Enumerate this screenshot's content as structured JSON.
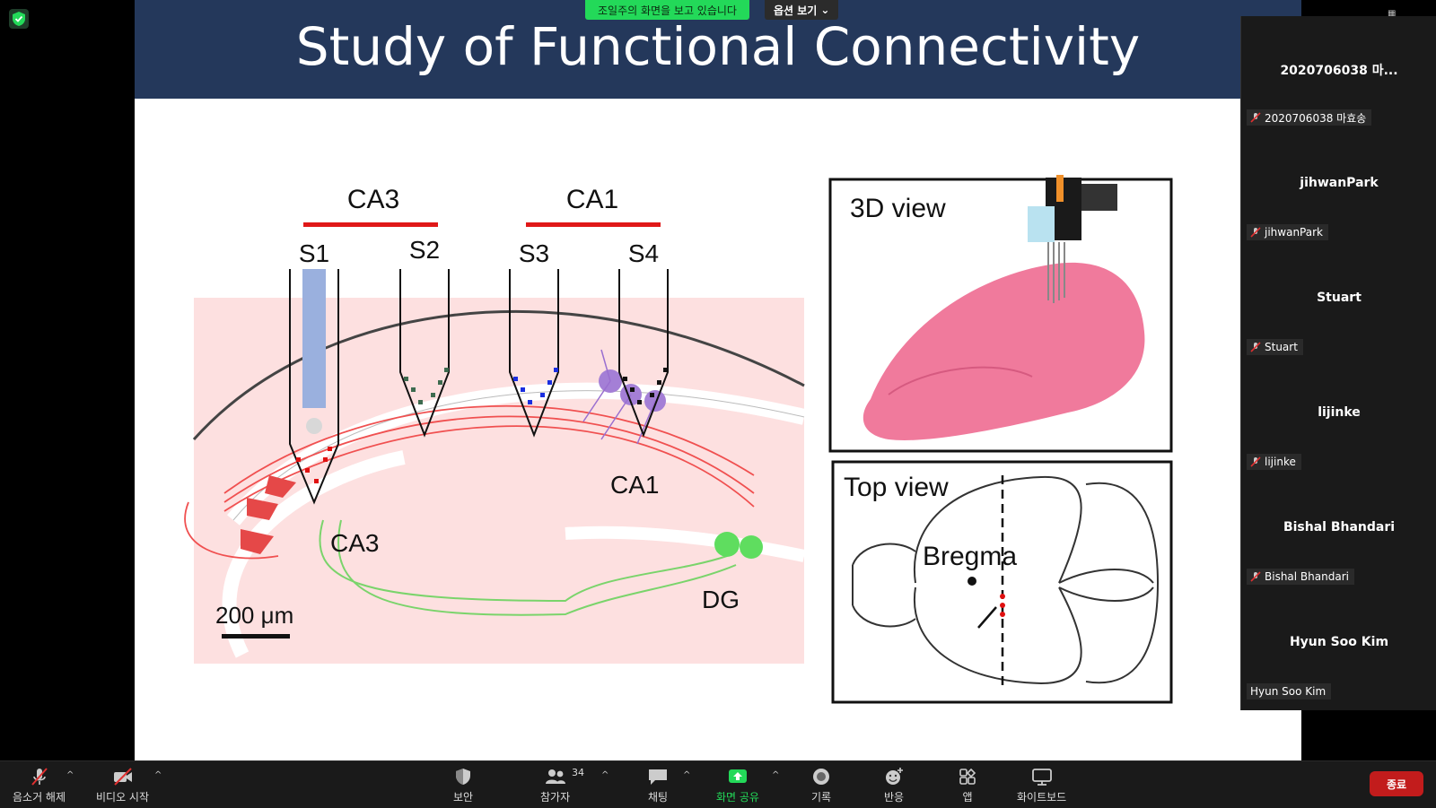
{
  "banner": {
    "sharing_text": "조일주의 화면을 보고 있습니다",
    "view_options": "옵션 보기"
  },
  "slide": {
    "title": "Study of Functional Connectivity",
    "hippo": {
      "region_ca3": "CA3",
      "region_ca1": "CA1",
      "shanks": [
        "S1",
        "S2",
        "S3",
        "S4"
      ],
      "label_ca1": "CA1",
      "label_ca3": "CA3",
      "label_dg": "DG",
      "scale_bar": "200 μm"
    },
    "panel_3d": "3D view",
    "panel_top": "Top view",
    "bregma": "Bregma"
  },
  "gallery": {
    "participants": [
      {
        "big": "2020706038 마...",
        "tag": "2020706038 마효송",
        "muted": true
      },
      {
        "big": "jihwanPark",
        "tag": "jihwanPark",
        "muted": true
      },
      {
        "big": "Stuart",
        "tag": "Stuart",
        "muted": true
      },
      {
        "big": "lijinke",
        "tag": "lijinke",
        "muted": true
      },
      {
        "big": "Bishal Bhandari",
        "tag": "Bishal Bhandari",
        "muted": true
      },
      {
        "big": "Hyun Soo Kim",
        "tag": "Hyun Soo Kim",
        "muted": false
      }
    ]
  },
  "toolbar": {
    "unmute": "음소거 해제",
    "start_video": "비디오 시작",
    "security": "보안",
    "participants": "참가자",
    "participants_count": "34",
    "chat": "채팅",
    "share_screen": "화면 공유",
    "record": "기록",
    "reactions": "반응",
    "apps": "앱",
    "whiteboard": "화이트보드",
    "end": "종료"
  },
  "colors": {
    "share_green": "#23d959",
    "end_red": "#c21c1c",
    "slide_header": "#24385b"
  }
}
